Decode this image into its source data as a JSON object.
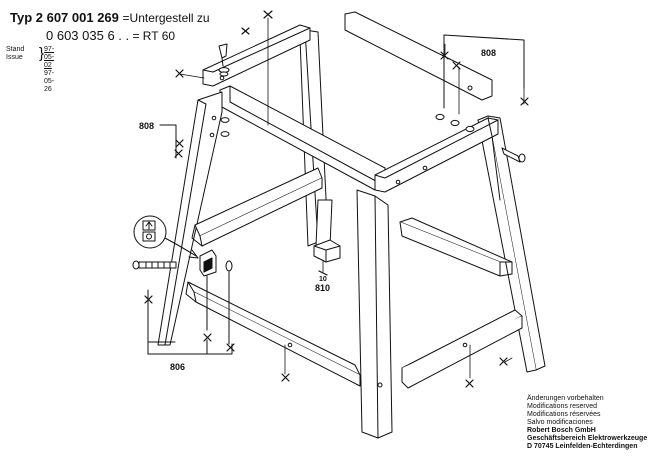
{
  "header": {
    "typ_label": "Typ 2 607 001 269",
    "typ_desc": "=Untergestell zu",
    "model_number": "0 603 035 6 . .",
    "model_desc": "= RT 60",
    "stand_label": "Stand",
    "issue_label": "Issue",
    "stand_date": "97-05-02",
    "issue_date": "97-05-26"
  },
  "callouts": {
    "label_808_right": "808",
    "label_808_left": "808",
    "label_810_top": "10",
    "label_810": "810",
    "label_806": "806"
  },
  "footer": {
    "line1": "Änderungen vorbehalten",
    "line2": "Modifications reserved",
    "line3": "Modifications réservées",
    "line4": "Salvo modificaciones",
    "line5": "Robert Bosch GmbH",
    "line6": "Geschäftsbereich Elektrowerkzeuge",
    "line7": "D 70745 Leinfelden-Echterdingen"
  },
  "colors": {
    "line": "#111111",
    "fill": "#ffffff"
  }
}
